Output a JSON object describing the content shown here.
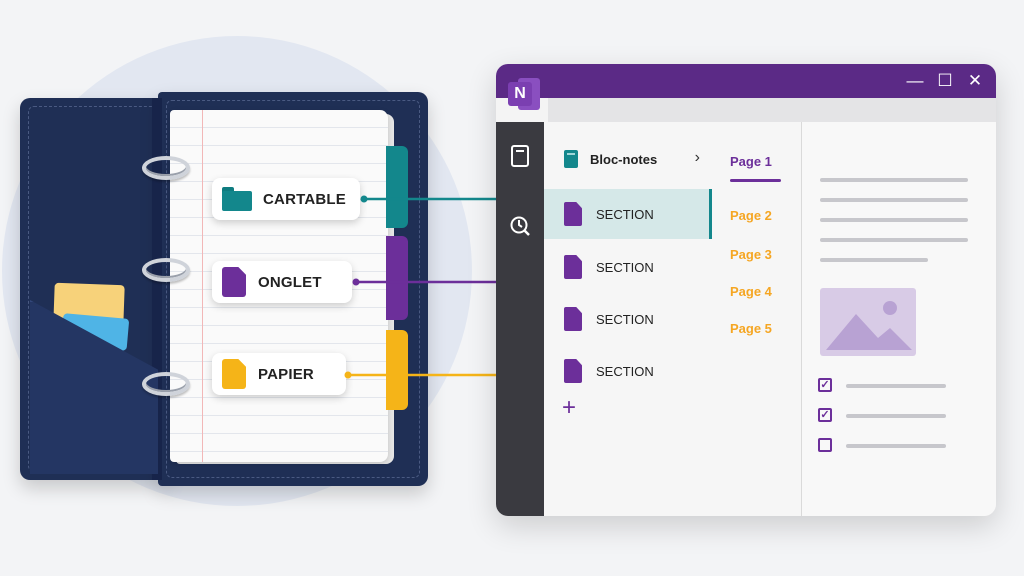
{
  "binder": {
    "labels": [
      {
        "text": "CARTABLE",
        "icon": "folder-icon",
        "color": "#13878c"
      },
      {
        "text": "ONGLET",
        "icon": "document-icon",
        "color": "#6c2f9a"
      },
      {
        "text": "PAPIER",
        "icon": "document-icon",
        "color": "#f5b418"
      }
    ]
  },
  "window": {
    "logo_letter": "N",
    "controls": {
      "minimize": "—",
      "maximize": "☐",
      "close": "✕"
    },
    "nav_icons": [
      "notebook-icon",
      "history-icon"
    ],
    "notebook": {
      "name": "Bloc-notes",
      "chevron": "›"
    },
    "sections": [
      "SECTION",
      "SECTION",
      "SECTION",
      "SECTION"
    ],
    "active_section_index": 0,
    "add_label": "+",
    "pages": [
      "Page 1",
      "Page 2",
      "Page 3",
      "Page 4",
      "Page 5"
    ],
    "active_page_index": 0,
    "checklist": [
      true,
      true,
      false
    ],
    "check_mark": "✓"
  },
  "colors": {
    "brand_purple": "#5b2a86",
    "section_purple": "#6c2f9a",
    "teal": "#13878c",
    "yellow": "#f5b418",
    "binder_navy": "#1f2f55"
  }
}
